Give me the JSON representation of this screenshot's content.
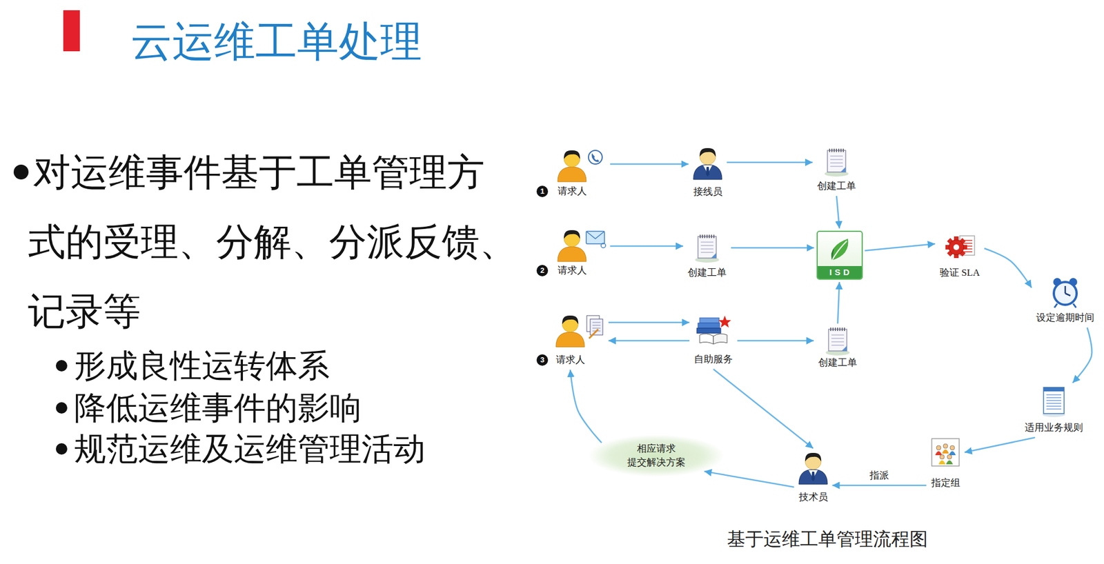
{
  "diagram": {
    "title": "云运维工单处理",
    "caption": "基于运维工单管理流程图",
    "nodes": [
      {
        "text": [
          "请求人"
        ]
      },
      {
        "text": [
          "接线员"
        ]
      },
      {
        "text": [
          "创建工单"
        ]
      },
      {
        "text": [
          "请求人"
        ]
      },
      {
        "text": [
          "创建工单"
        ]
      },
      {
        "text": [
          "ISD"
        ]
      },
      {
        "text": [
          "验证 SLA"
        ]
      },
      {
        "text": [
          "设定逾期时间"
        ]
      },
      {
        "text": [
          "请求人"
        ]
      },
      {
        "text": [
          "自助服务"
        ]
      },
      {
        "text": [
          "创建工单"
        ]
      },
      {
        "text": [
          "适用业务规则"
        ]
      },
      {
        "text": [
          "指定组"
        ]
      },
      {
        "text": [
          "技术员"
        ]
      },
      {
        "text": [
          "相应请求 提交解决方案"
        ]
      }
    ],
    "edges": [
      {
        "from": 0,
        "to": 1,
        "arrow": "to"
      },
      {
        "from": 1,
        "to": 2,
        "arrow": "to"
      },
      {
        "from": 2,
        "to": 5,
        "arrow": "to"
      },
      {
        "from": 3,
        "to": 4,
        "arrow": "to"
      },
      {
        "from": 4,
        "to": 5,
        "arrow": "to"
      },
      {
        "from": 5,
        "to": 6,
        "arrow": "to"
      },
      {
        "from": 6,
        "to": 7,
        "arrow": "to"
      },
      {
        "from": 7,
        "to": 11,
        "arrow": "to"
      },
      {
        "from": 11,
        "to": 12,
        "arrow": "to"
      },
      {
        "from": 12,
        "to": 13,
        "label": "指派",
        "arrow": "to"
      },
      {
        "from": 13,
        "to": 14,
        "arrow": "to"
      },
      {
        "from": 14,
        "to": 8,
        "arrow": "to"
      },
      {
        "from": 8,
        "to": 9,
        "arrow": "to"
      },
      {
        "from": 9,
        "to": 8,
        "arrow": "to"
      },
      {
        "from": 9,
        "to": 10,
        "arrow": "to"
      },
      {
        "from": 10,
        "to": 5,
        "arrow": "to"
      },
      {
        "from": 9,
        "to": 13,
        "arrow": "to"
      }
    ],
    "labels": [
      "对运维事件基于工单管理方式的受理、分解、分派反馈、记录等",
      "形成良性运转体系",
      "降低运维事件的影响",
      "规范运维及运维管理活动",
      "1",
      "2",
      "3"
    ]
  }
}
